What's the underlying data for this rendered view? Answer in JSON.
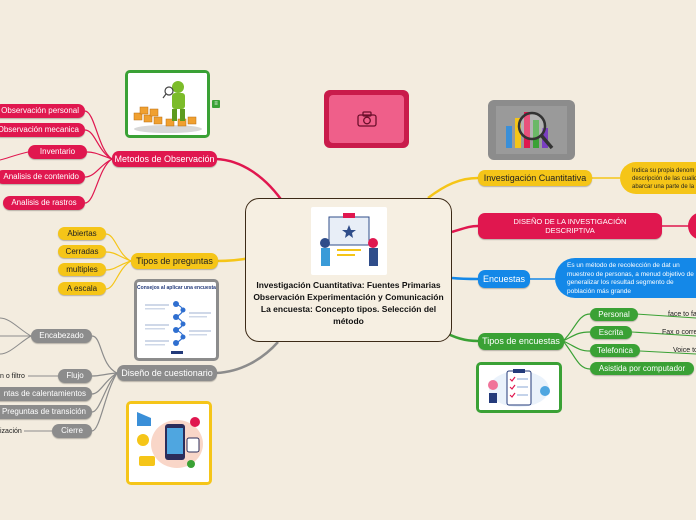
{
  "center": {
    "title": "Investigación Cuantitativa: Fuentes Primarias Observación Experimentación y Comunicación La encuesta: Concepto tipos. Selección del método"
  },
  "metodos": {
    "label": "Metodos de Observación",
    "items": [
      "Observación personal",
      "Observación mecanica",
      "Inventario",
      "Analisis de contenido",
      "Analisis de rastros"
    ]
  },
  "tipos_preguntas": {
    "label": "Tipos de preguntas",
    "items": [
      "Abiertas",
      "Cerradas",
      "multiples",
      "A escala"
    ]
  },
  "diseno_cuestionario": {
    "label": "Diseño de cuestionario",
    "encabezado": "Encabezado",
    "flujo": "Flujo",
    "flujo_child": "n o filtro",
    "calentamiento": "ntas de calentamientos",
    "transicion": "Preguntas de transición",
    "cierre": "Cierre",
    "cierre_child": "ización"
  },
  "investigacion_cuantitativa": {
    "label": "Investigación Cuantitativa",
    "desc": "Indica su propia denom descripción de las cualid abarcar una parte de la"
  },
  "diseno_descriptiva": {
    "label": "DISEÑO DE LA INVESTIGACIÓN DESCRIPTIVA"
  },
  "encuestas": {
    "label": "Encuestas",
    "desc": "Es un método de recolección de dat un muestreo de personas, a menud objetivo de generalizar los resultad segmento de población más grande"
  },
  "tipos_encuestas": {
    "label": "Tipos de encuestas",
    "items": [
      {
        "label": "Personal",
        "detail": "face to fa"
      },
      {
        "label": "Escrita",
        "detail": "Fax o corre"
      },
      {
        "label": "Telefonica",
        "detail": "Voice to"
      },
      {
        "label": "Asistida por computador",
        "detail": ""
      }
    ]
  },
  "image_card": {
    "title": "Consejos al aplicar una encuesta"
  },
  "note_badge": "≡",
  "camera_icon": "camera-icon",
  "colors": {
    "background": "#f3ecdf",
    "red": "#e0174f",
    "yellow": "#f5c518",
    "blue": "#1488e8",
    "green": "#3aa135",
    "gray": "#8c8c8c"
  }
}
